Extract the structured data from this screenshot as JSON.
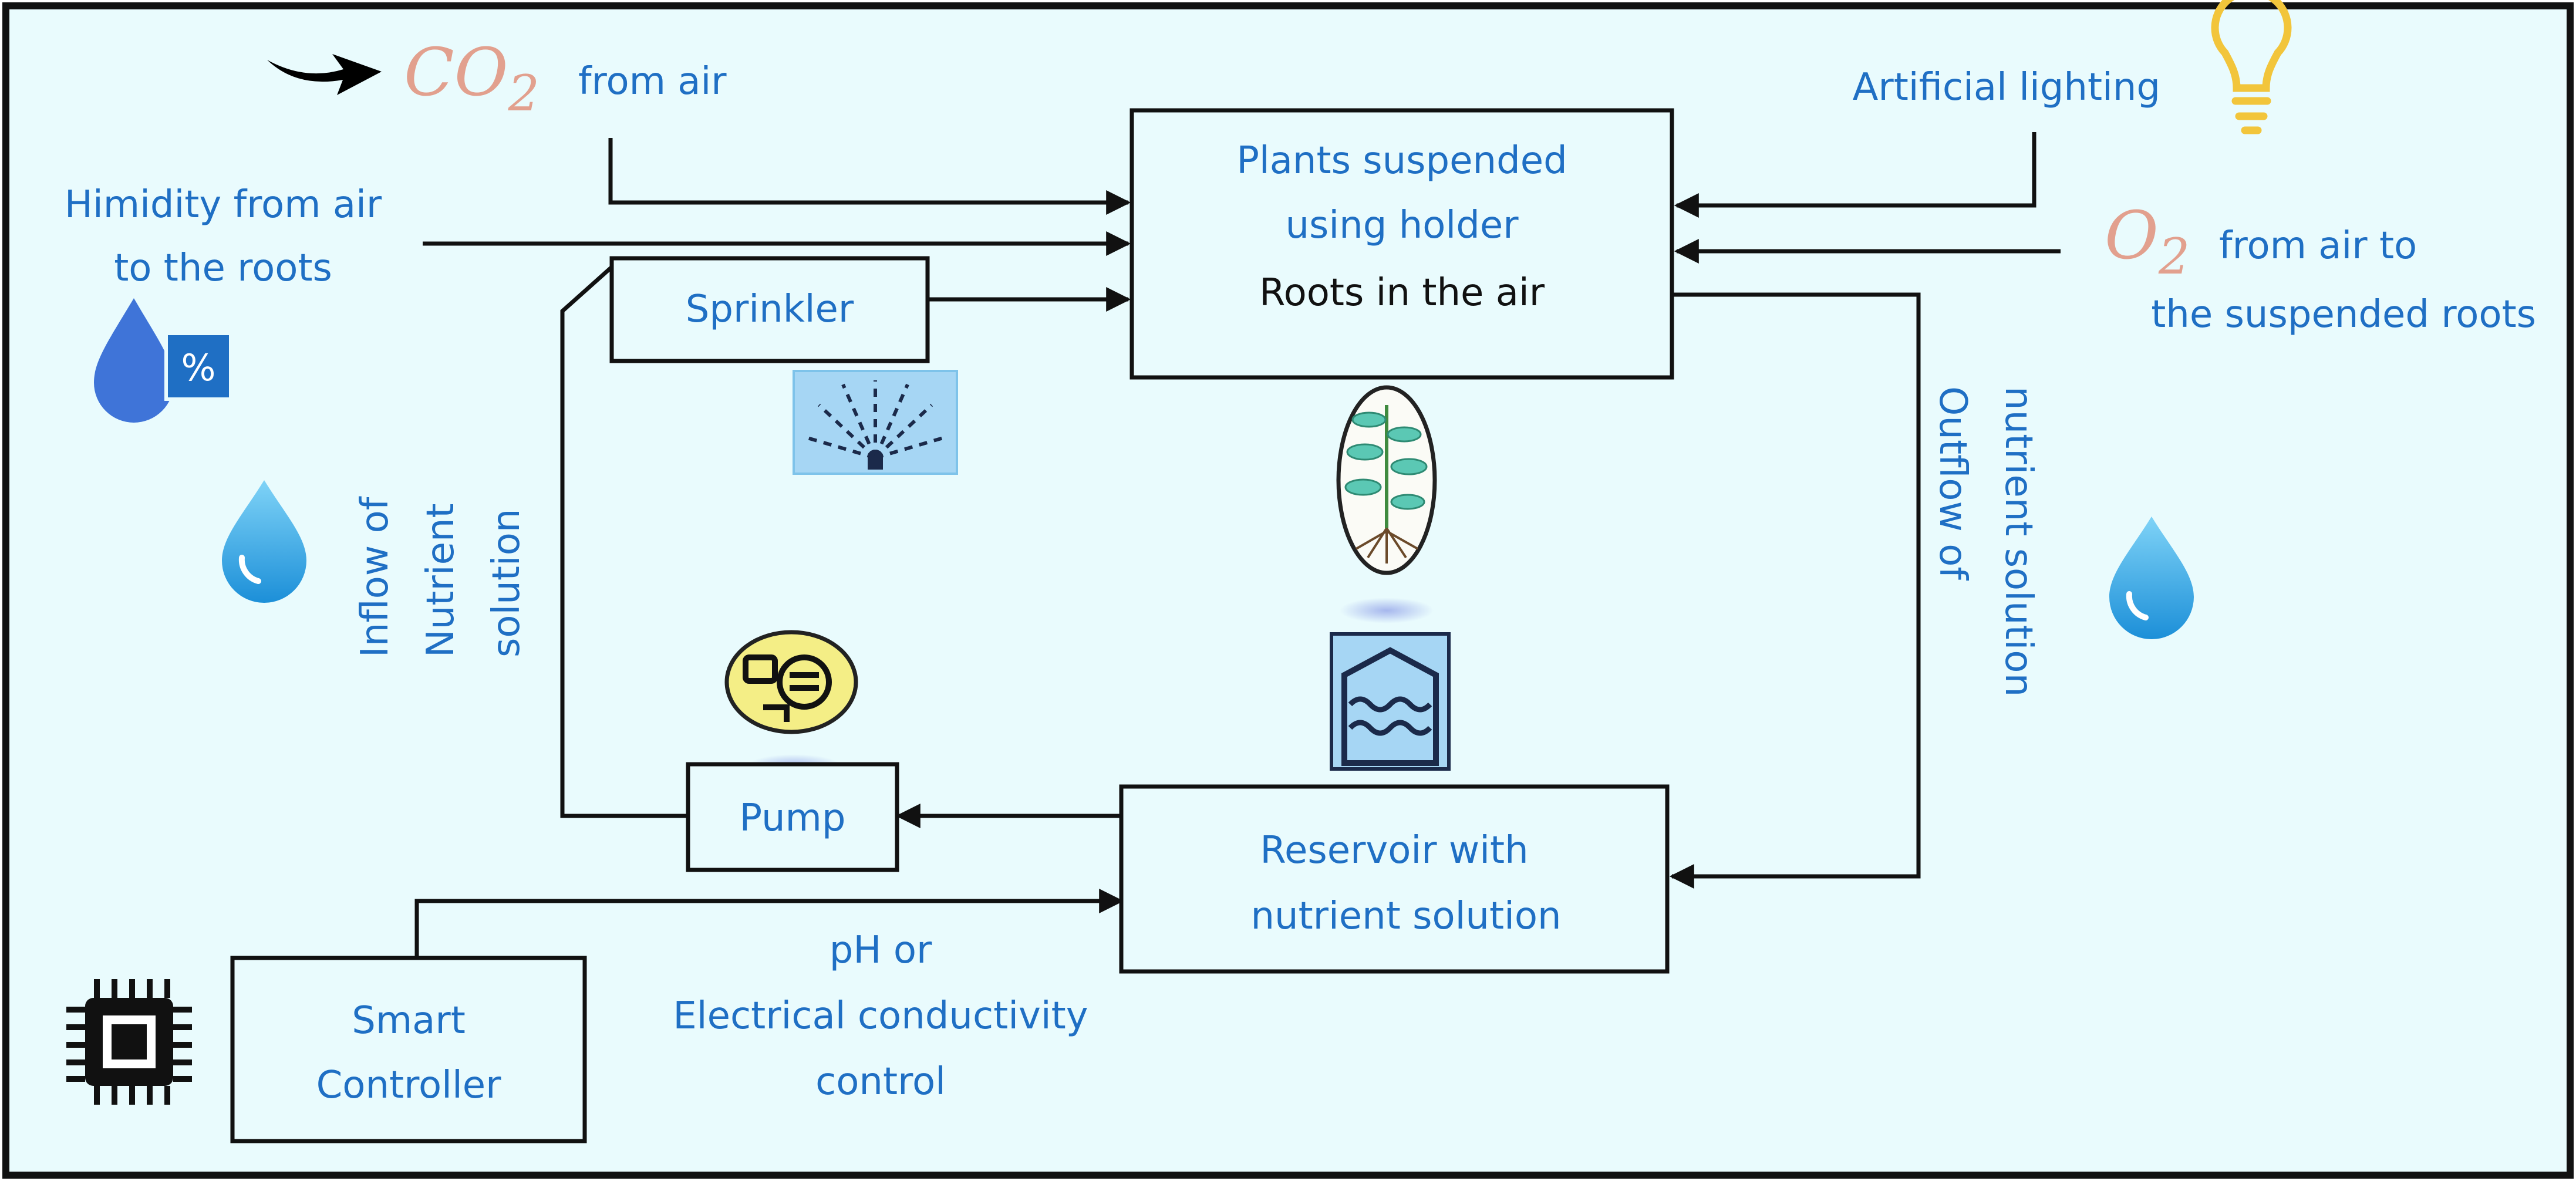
{
  "colors": {
    "background": "#e9fbfd",
    "text": "#1f6fc4",
    "chem": "#e2a08e",
    "stroke": "#111111",
    "bulb": "#f2c53b",
    "water": "#3aa6e6"
  },
  "co2": {
    "chem": "CO",
    "sub": "2",
    "suffix": "from air",
    "icon": "arrow-right-icon"
  },
  "humidity": {
    "line1": "Himidity from air",
    "line2": "to the roots",
    "badge": "%",
    "icon": "humidity-drop-icon"
  },
  "lighting": {
    "label": "Artificial lighting",
    "icon": "light-bulb-icon"
  },
  "o2": {
    "chem": "O",
    "sub": "2",
    "line1": "from air to",
    "line2": "the suspended roots"
  },
  "plants": {
    "line1": "Plants suspended",
    "line2": "using holder",
    "line3": "Roots in the air"
  },
  "sprinkler": {
    "label": "Sprinkler",
    "icon": "sprinkler-icon"
  },
  "pump": {
    "label": "Pump",
    "icon": "pump-icon"
  },
  "reservoir": {
    "line1": "Reservoir with",
    "line2": "nutrient solution",
    "icon": "reservoir-tank-icon"
  },
  "controller": {
    "line1": "Smart",
    "line2": "Controller",
    "icon": "chip-icon"
  },
  "control": {
    "line1": "pH or",
    "line2": "Electrical conductivity",
    "line3": "control"
  },
  "inflow": {
    "line1": "Inflow of",
    "line2": "Nutrient",
    "line3": "solution"
  },
  "outflow": {
    "line1": "Outflow of",
    "line2": "nutrient solution"
  },
  "plant_icon": "plant-roots-icon",
  "drop_icon": "water-drop-icon"
}
